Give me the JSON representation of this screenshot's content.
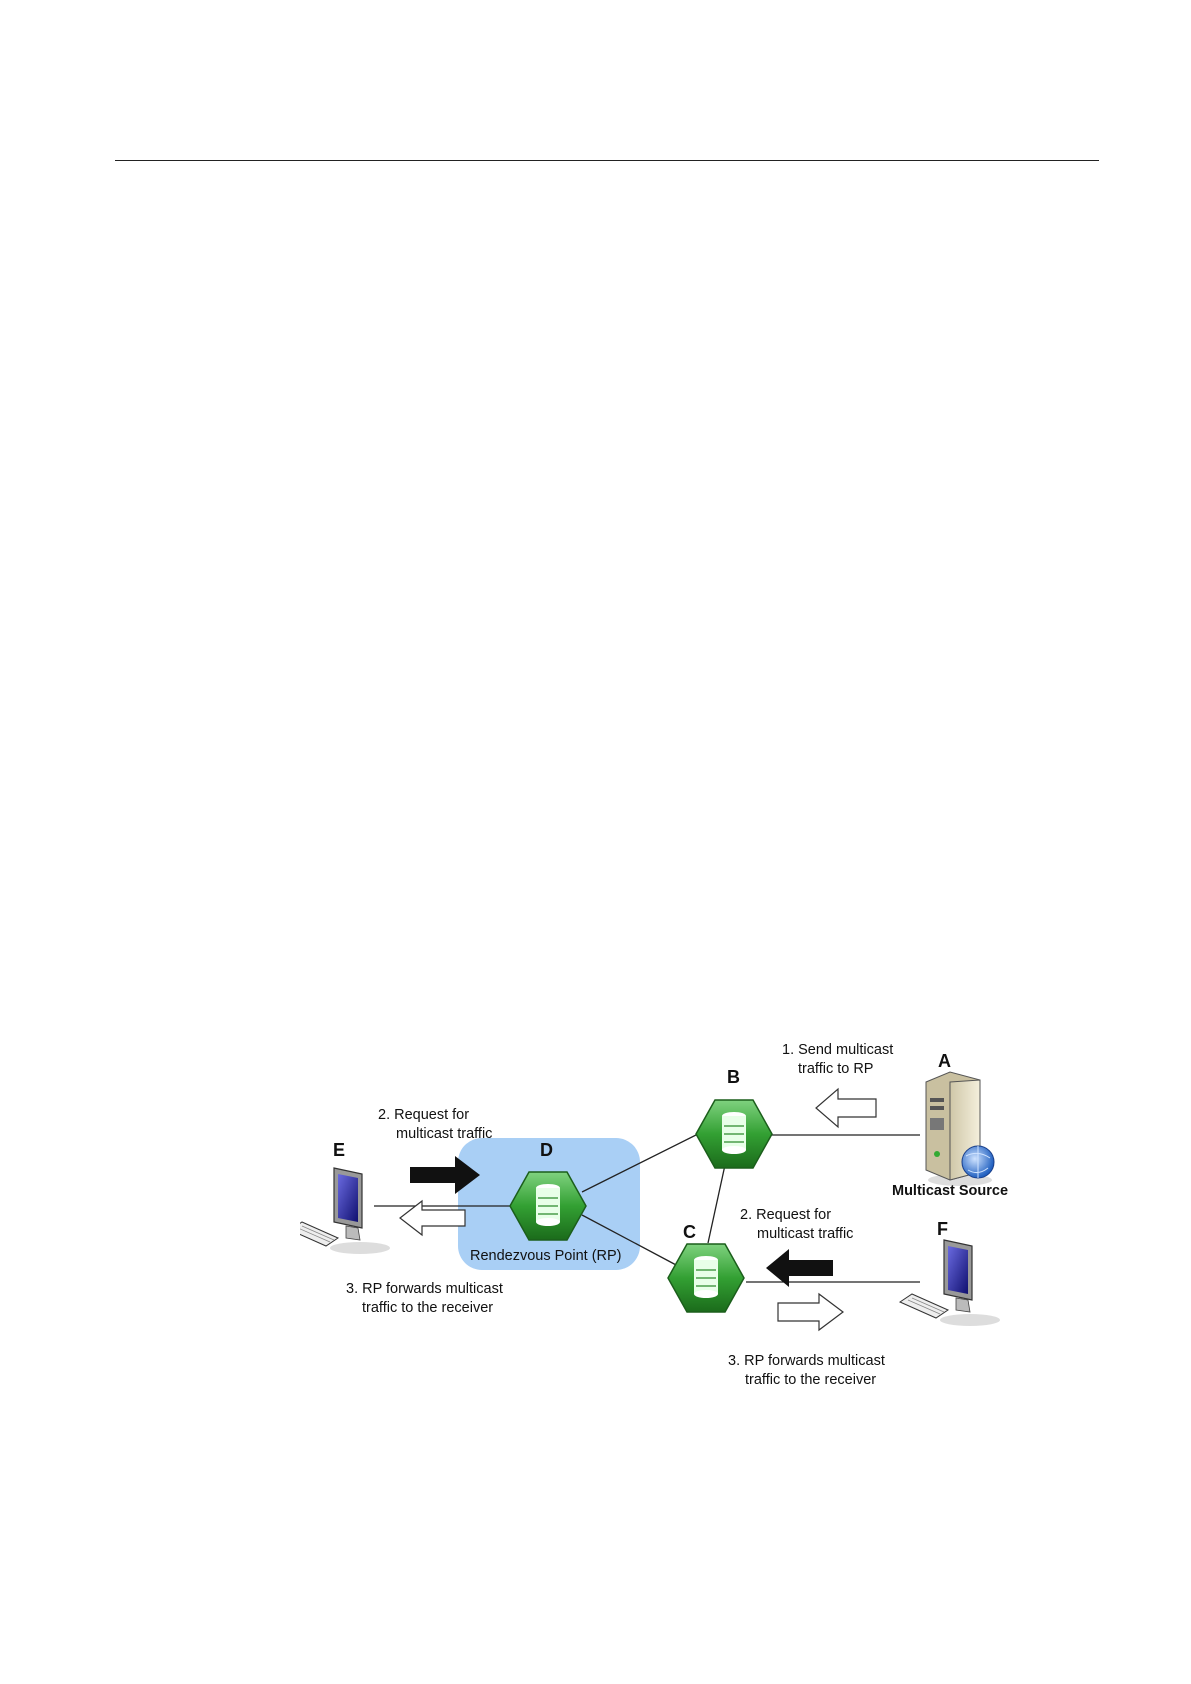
{
  "nodes": {
    "a": {
      "letter": "A",
      "caption": "Multicast Source"
    },
    "b": {
      "letter": "B"
    },
    "c": {
      "letter": "C"
    },
    "d": {
      "letter": "D",
      "caption": "Rendezvous Point (RP)"
    },
    "e": {
      "letter": "E"
    },
    "f": {
      "letter": "F"
    }
  },
  "annotations": {
    "send_1": "1. Send multicast",
    "send_2": "traffic to RP",
    "req_left_1": "2. Request for",
    "req_left_2": "multicast traffic",
    "req_right_1": "2. Request for",
    "req_right_2": "multicast traffic",
    "fwd_left_1": "3. RP forwards multicast",
    "fwd_left_2": "traffic to the receiver",
    "fwd_right_1": "3. RP forwards multicast",
    "fwd_right_2": "traffic to the receiver"
  },
  "colors": {
    "rp_region": "#a9cff5",
    "router_fill": "#3aa43a",
    "router_dark": "#1f6e1f",
    "monitor_screen": "#2a2aa0",
    "rule": "#222222"
  }
}
